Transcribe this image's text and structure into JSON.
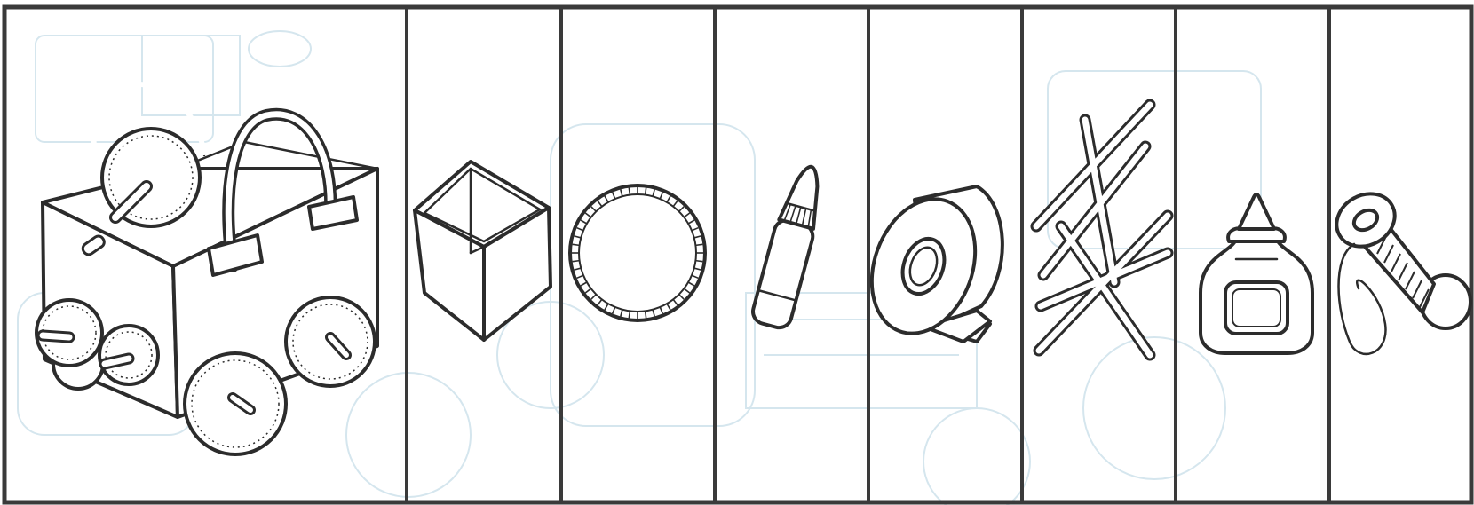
{
  "worksheet": {
    "frame_color": "#3a3a3a",
    "ink_color": "#2c2c2c",
    "background_trace_color": "#d5e6ee",
    "panels": [
      {
        "id": "finished-cart",
        "icon": "cardboard-box-cart-icon"
      },
      {
        "id": "box",
        "icon": "open-box-icon"
      },
      {
        "id": "plate",
        "icon": "paper-plate-icon"
      },
      {
        "id": "glue-stick",
        "icon": "glue-stick-icon"
      },
      {
        "id": "tape",
        "icon": "tape-roll-icon"
      },
      {
        "id": "sticks",
        "icon": "sticks-icon"
      },
      {
        "id": "glue-bottle",
        "icon": "glue-bottle-icon"
      },
      {
        "id": "spool",
        "icon": "thread-spool-icon"
      }
    ]
  }
}
